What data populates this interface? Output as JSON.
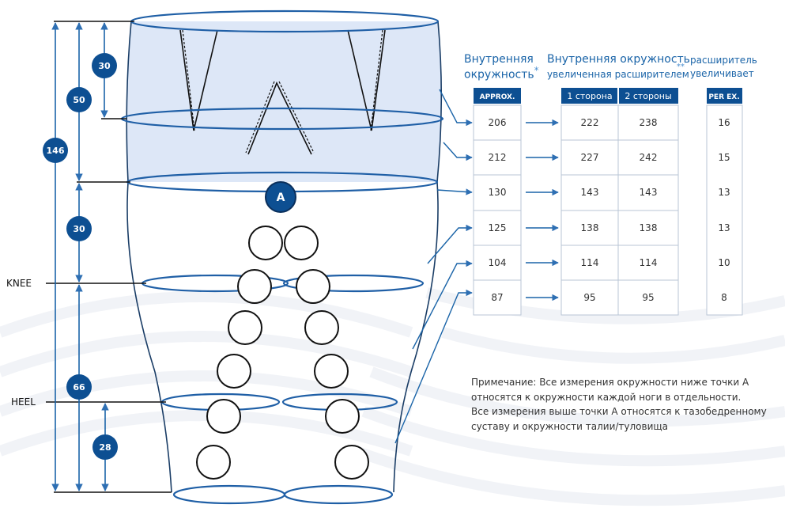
{
  "headers": {
    "inner_line1": "Внутренняя",
    "inner_line2": "окружность",
    "inner_mark": "*",
    "expanded_line1": "Внутренняя окружность",
    "expanded_line2": "увеличенная расширителем",
    "expanded_mark": "**",
    "expander_line1": "расширитель",
    "expander_line2": "увеличивает"
  },
  "table_headers": {
    "approx": "APPROX.",
    "one_side": "1 сторона",
    "two_sides": "2 стороны",
    "per_ex": "PER EX."
  },
  "rows": [
    {
      "approx": "206",
      "one_side": "222",
      "two_sides": "238",
      "per_ex": "16"
    },
    {
      "approx": "212",
      "one_side": "227",
      "two_sides": "242",
      "per_ex": "15"
    },
    {
      "approx": "130",
      "one_side": "143",
      "two_sides": "143",
      "per_ex": "13"
    },
    {
      "approx": "125",
      "one_side": "138",
      "two_sides": "138",
      "per_ex": "13"
    },
    {
      "approx": "104",
      "one_side": "114",
      "two_sides": "114",
      "per_ex": "10"
    },
    {
      "approx": "87",
      "one_side": "95",
      "two_sides": "95",
      "per_ex": "8"
    }
  ],
  "dimensions": {
    "total": "146",
    "upper": "50",
    "waist": "30",
    "thigh": "30",
    "lower_leg": "66",
    "ankle": "28"
  },
  "point_label": "A",
  "level_labels": {
    "knee": "KNEE",
    "heel": "HEEL"
  },
  "note_lines": [
    "Примечание: Все измерения окружности ниже точки A",
    "относятся к окружности каждой ноги в отдельности.",
    "Все измерения выше точки A относятся к тазобедренному",
    "суставу и окружности талии/туловища"
  ],
  "colors": {
    "accent": "#1a64a8",
    "badge": "#0d4f92",
    "tint": "#dde7f7",
    "line": "#2e6fb3"
  }
}
